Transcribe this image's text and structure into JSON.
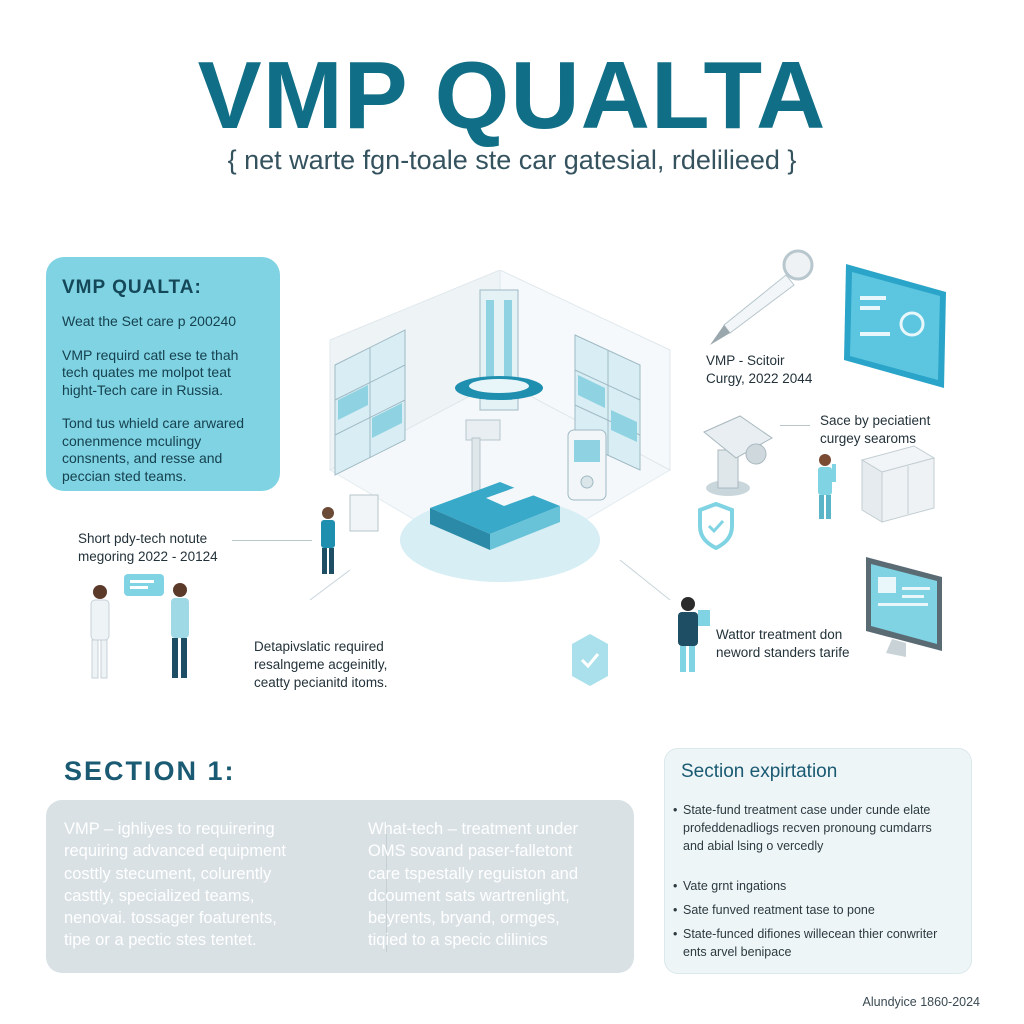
{
  "title": "VMP QUALTA",
  "subtitle": "{ net warte fgn-toale ste car gatesial, rdelilieed }",
  "info_card": {
    "heading": "VMP QUALTA:",
    "line1": "Weat the Set care p 200240",
    "para2": "VMP requird catl ese te thah tech quates me molpot teat hight-Tech care in Russia.",
    "para3": "Tond tus whield care arwared conenmence mculingy consnents, and resse and peccian sted teams."
  },
  "callouts": {
    "surgery": "VMP - Scitoir Curgy, 2022 2044",
    "specialist": "Sace by peciatient curgey searoms",
    "short_tech": "Short pdy-tech notute megoring 2022 - 20124",
    "required": "Detapivslatic required resalngeme acgeinitly, ceatty pecianitd itoms.",
    "treatment": "Wattor treatment don neword standers tarife"
  },
  "section": {
    "title": "SECTION 1:",
    "col1": [
      "VMP – ighliyes to requirering",
      "requiring advanced equipment",
      "costtly stecument, colurently",
      "casttly, specialized teams,",
      "nenovai. tossager foaturents,",
      "tipe or a pectic stes tentet."
    ],
    "col2": [
      "What-tech – treatment under",
      "OMS sovand paser-falletont",
      "care tspestally reguiston and",
      "dcoument sats wartrenlight,",
      "beyrents, bryand, ormges,",
      "tiqied to a specic clilinics"
    ]
  },
  "explanation": {
    "title": "Section expirtation",
    "bullet1": "State-fund treatment case under cunde elate profeddenadliogs recven pronoung cumdarrs and abial lsing o vercedly",
    "bullet2": "Vate grnt ingations",
    "bullet3": "Sate funved reatment tase to pone",
    "bullet4": "State-funced difiones willecean thier conwriter ents arvel benipace"
  },
  "footer": "Alundyice 1860-2024",
  "colors": {
    "accent": "#106f86",
    "card": "#7fd3e3",
    "panel": "#d9e1e5",
    "explanation_bg": "#eef5f7"
  },
  "icons": [
    "scalpel-icon",
    "monitor-dashboard-icon",
    "microscope-icon",
    "shield-check-icon",
    "cabinet-icon",
    "computer-monitor-icon",
    "chat-bubble-icon",
    "mri-scanner-icon",
    "clipboard-check-icon"
  ]
}
